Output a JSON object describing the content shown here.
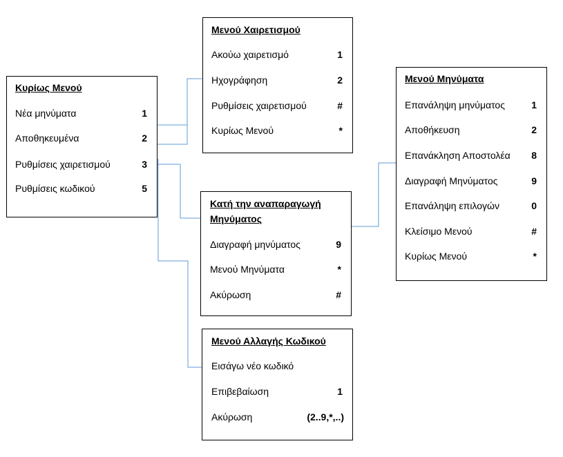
{
  "colors": {
    "connector": "#5b9bd5",
    "box_border": "#000000",
    "text": "#000000"
  },
  "main_menu": {
    "title": "Κυρίως Μενού",
    "items": [
      {
        "label": "Νέα μηνύματα",
        "key": "1"
      },
      {
        "label": "Αποθηκευμένα",
        "key": "2"
      },
      {
        "label": "Ρυθμίσεις χαιρετισμού",
        "key": "3"
      },
      {
        "label": "Ρυθμίσεις κωδικού",
        "key": "5"
      }
    ]
  },
  "greeting_menu": {
    "title": "Μενού Χαιρετισμού",
    "items": [
      {
        "label": "Ακούω χαιρετισμό",
        "key": "1"
      },
      {
        "label": "Ηχογράφηση",
        "key": "2"
      },
      {
        "label": "Ρυθμίσεις χαιρετισμού",
        "key": "#"
      },
      {
        "label": "Κυρίως Μενού",
        "key": "*"
      }
    ]
  },
  "playback_menu": {
    "title_line1": "Κατή την αναπαραγωγή",
    "title_line2": "Μηνύματος",
    "items": [
      {
        "label": "Διαγραφή μηνύματος",
        "key": "9"
      },
      {
        "label": "Μενού Μηνύματα",
        "key": "*"
      },
      {
        "label": "Ακύρωση",
        "key": "#"
      }
    ]
  },
  "messages_menu": {
    "title": "Μενού Μηνύματα",
    "items": [
      {
        "label": "Επανάληψη μηνύματος",
        "key": "1"
      },
      {
        "label": "Αποθήκευση",
        "key": "2"
      },
      {
        "label": "Επανάκληση Αποστολέα",
        "key": "8"
      },
      {
        "label": "Διαγραφή Μηνύματος",
        "key": "9"
      },
      {
        "label": "Επανάληψη επιλογών",
        "key": "0"
      },
      {
        "label": "Κλείσιμο Μενού",
        "key": "#"
      },
      {
        "label": "Κυρίως Μενού",
        "key": "*"
      }
    ]
  },
  "password_menu": {
    "title": "Μενού Αλλαγής Κωδικού",
    "items": [
      {
        "label": "Εισάγω νέο κωδικό",
        "key": ""
      },
      {
        "label": "Επιβεβαίωση",
        "key": "1"
      },
      {
        "label": "Ακύρωση",
        "key": "(2..9,*,..)"
      }
    ]
  }
}
